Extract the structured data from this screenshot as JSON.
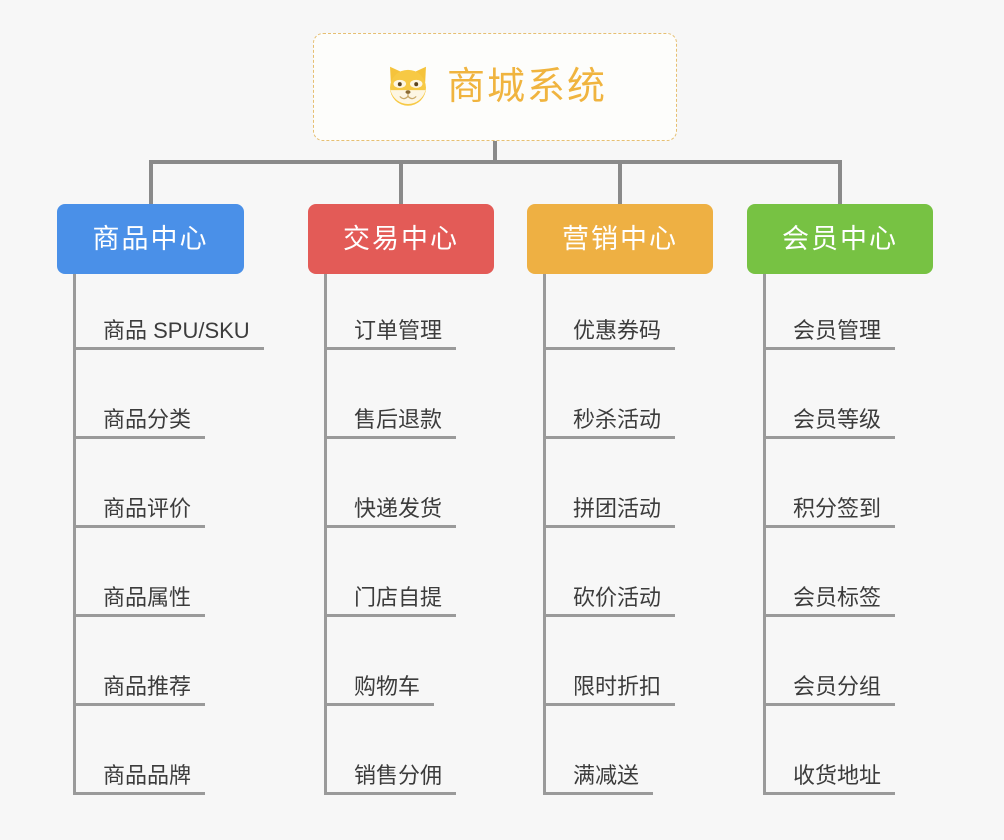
{
  "root": {
    "title": "商城系统",
    "icon": "shiba-dog-icon",
    "border_color": "#e6bf72",
    "text_color": "#f0b43f",
    "background": "#fdfdfb"
  },
  "canvas": {
    "background": "#f7f7f7",
    "connector_color": "#8a8a8a",
    "leaf_line_color": "#9a9a9a",
    "leaf_text_color": "#3c3c3c"
  },
  "categories": [
    {
      "label": "商品中心",
      "color": "#4a90e8",
      "items": [
        "商品 SPU/SKU",
        "商品分类",
        "商品评价",
        "商品属性",
        "商品推荐",
        "商品品牌"
      ]
    },
    {
      "label": "交易中心",
      "color": "#e35b57",
      "items": [
        "订单管理",
        "售后退款",
        "快递发货",
        "门店自提",
        "购物车",
        "销售分佣"
      ]
    },
    {
      "label": "营销中心",
      "color": "#eeb043",
      "items": [
        "优惠券码",
        "秒杀活动",
        "拼团活动",
        "砍价活动",
        "限时折扣",
        "满减送"
      ]
    },
    {
      "label": "会员中心",
      "color": "#77c243",
      "items": [
        "会员管理",
        "会员等级",
        "积分签到",
        "会员标签",
        "会员分组",
        "收货地址"
      ]
    }
  ]
}
